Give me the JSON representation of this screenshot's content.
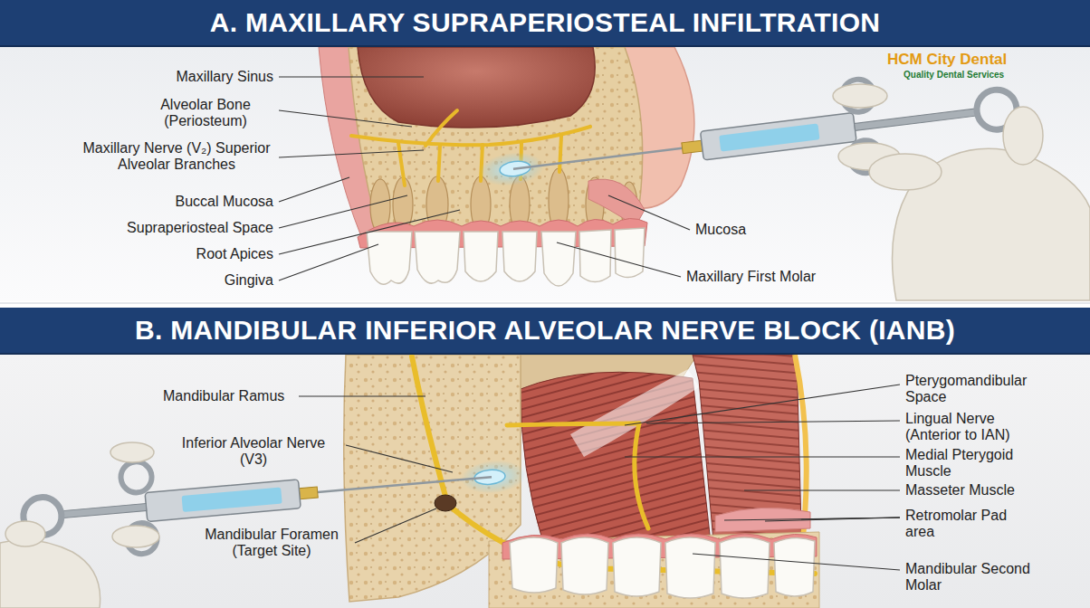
{
  "diagram": {
    "nodes": [
      {
        "text": [
          "A. MAXILLARY SUPRAPERIOSTEAL INFILTRATION"
        ]
      },
      {
        "text": [
          "B. MANDIBULAR INFERIOR ALVEOLAR NERVE BLOCK (IANB)"
        ]
      }
    ],
    "labels": [
      "Maxillary Sinus",
      "Alveolar Bone (Periosteum)",
      "Maxillary Nerve (V₂) Superior Alveolar Branches",
      "Buccal Mucosa",
      "Supraperiosteal Space",
      "Root Apices",
      "Gingiva",
      "Mucosa",
      "Maxillary First Molar",
      "HCM City Dental",
      "Quality Dental Services",
      "Mandibular Ramus",
      "Inferior Alveolar Nerve (V3)",
      "Mandibular Foramen (Target Site)",
      "Pterygomandibular Space",
      "Lingual Nerve (Anterior to IAN)",
      "Medial Pterygoid Muscle",
      "Masseter Muscle",
      "Retromolar Pad area",
      "Mandibular Second Molar"
    ]
  }
}
